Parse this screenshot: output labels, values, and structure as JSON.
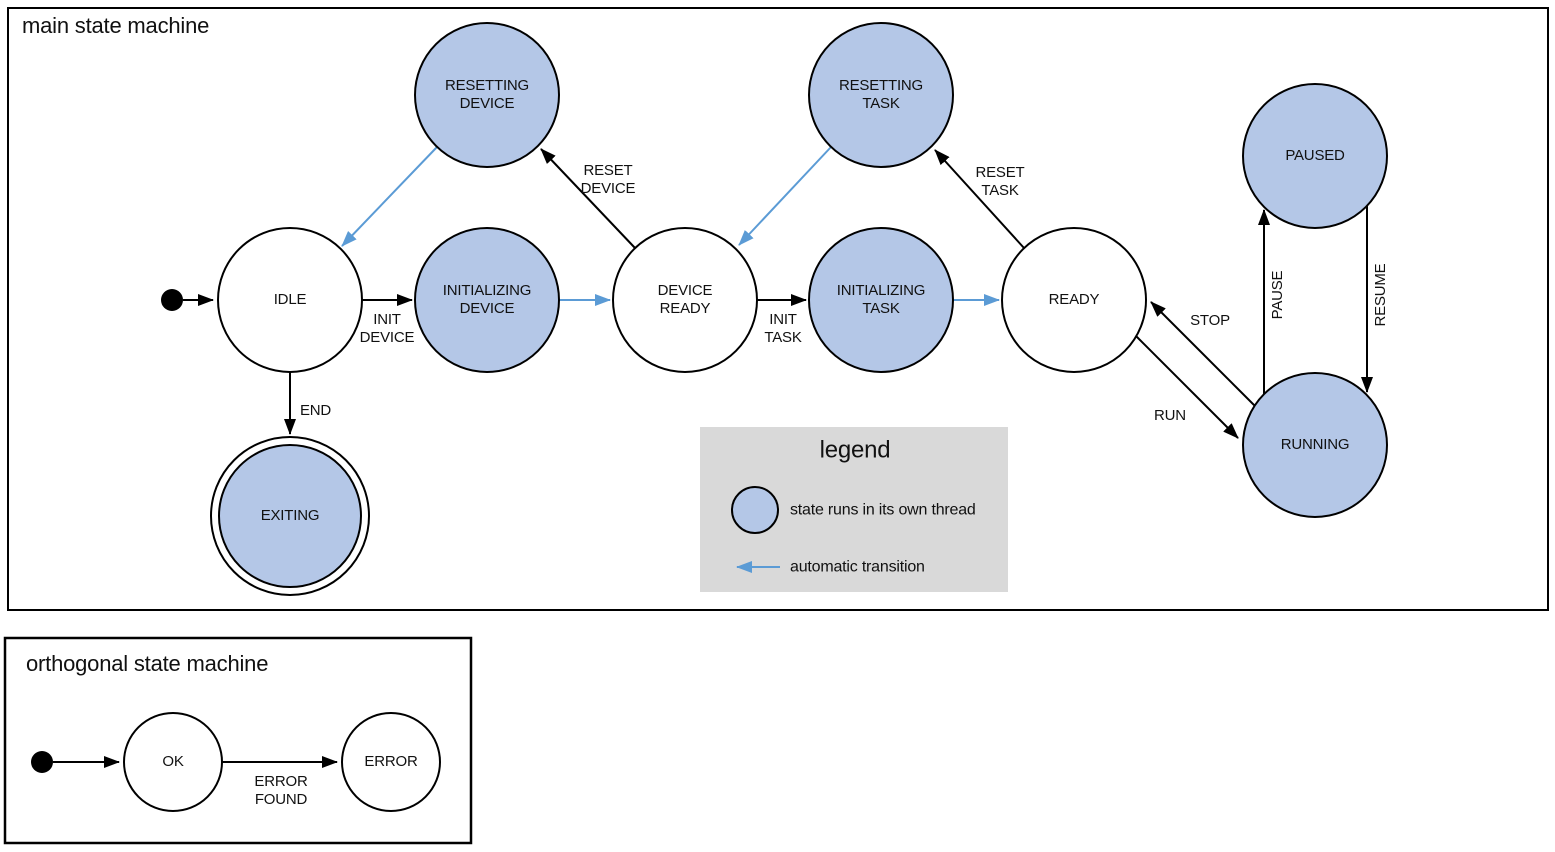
{
  "colors": {
    "thread_state_fill": "#b4c7e7",
    "automatic_transition": "#5b9bd5",
    "legend_background": "#d9d9d9",
    "line": "#000000"
  },
  "main_machine": {
    "title": "main state machine",
    "states": {
      "idle": "IDLE",
      "resetting_device": "RESETTING\nDEVICE",
      "initializing_device": "INITIALIZING\nDEVICE",
      "device_ready": "DEVICE\nREADY",
      "resetting_task": "RESETTING\nTASK",
      "initializing_task": "INITIALIZING\nTASK",
      "ready": "READY",
      "paused": "PAUSED",
      "running": "RUNNING",
      "exiting": "EXITING"
    },
    "transitions": {
      "init_device": "INIT\nDEVICE",
      "reset_device": "RESET\nDEVICE",
      "init_task": "INIT\nTASK",
      "reset_task": "RESET\nTASK",
      "stop": "STOP",
      "run": "RUN",
      "pause": "PAUSE",
      "resume": "RESUME",
      "end": "END"
    }
  },
  "legend": {
    "title": "legend",
    "thread_label": "state runs in its own thread",
    "auto_label": "automatic transition"
  },
  "orthogonal_machine": {
    "title": "orthogonal state machine",
    "states": {
      "ok": "OK",
      "error": "ERROR"
    },
    "transitions": {
      "error_found": "ERROR\nFOUND"
    }
  }
}
